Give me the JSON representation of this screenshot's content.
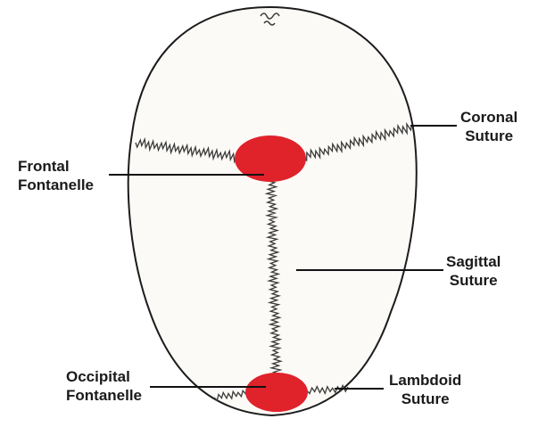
{
  "diagram": {
    "labels": {
      "coronal": {
        "line1": "Coronal",
        "line2": "Suture"
      },
      "frontal": {
        "line1": "Frontal",
        "line2": "Fontanelle"
      },
      "sagittal": {
        "line1": "Sagittal",
        "line2": "Suture"
      },
      "occipital": {
        "line1": "Occipital",
        "line2": "Fontanelle"
      },
      "lambdoid": {
        "line1": "Lambdoid",
        "line2": "Suture"
      }
    },
    "colors": {
      "background": "#ffffff",
      "skull_fill": "#fbfaf6",
      "outline": "#1c1c1c",
      "suture": "#3a3a3a",
      "fontanelle": "#e0222b",
      "leader_line": "#111111"
    }
  }
}
